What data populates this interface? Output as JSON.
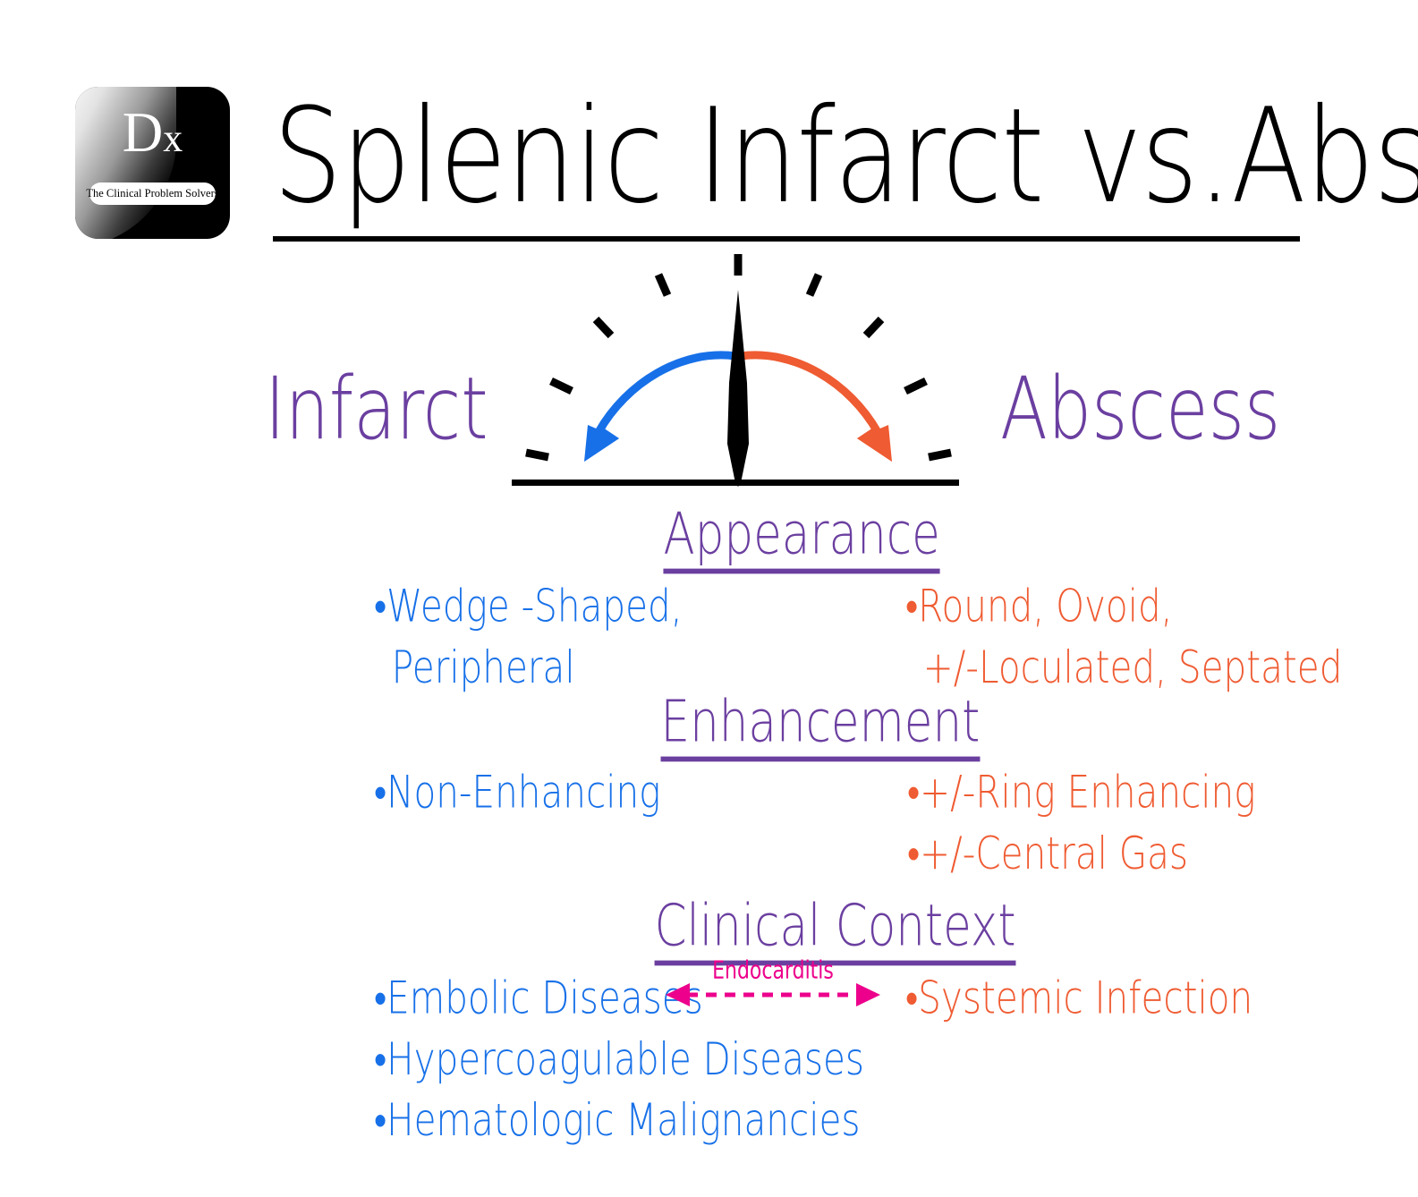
{
  "logo": {
    "mark": "Dx",
    "mark_big": "D",
    "mark_small": "x",
    "tagline": "The Clinical Problem Solvers"
  },
  "title": "Splenic Infarct vs.Abscess",
  "gauge": {
    "needle_label": "gauge-needle",
    "left_arrow_color": "#1770E8",
    "right_arrow_color": "#EF5B32",
    "tick_color": "#000000",
    "baseline_color": "#000000"
  },
  "columns": {
    "left_heading": "Infarct",
    "right_heading": "Abscess",
    "left_color": "#1770E8",
    "right_color": "#EF5B32",
    "heading_color": "#6B3FA0"
  },
  "sections": [
    {
      "header": "Appearance",
      "left_items": [
        "•Wedge -Shaped,",
        "Peripheral"
      ],
      "right_items": [
        "•Round, Ovoid,",
        "+/-Loculated, Septated"
      ]
    },
    {
      "header": "Enhancement",
      "left_items": [
        "•Non-Enhancing"
      ],
      "right_items": [
        "•+/-Ring Enhancing",
        "•+/-Central Gas"
      ]
    },
    {
      "header": "Clinical Context",
      "left_items": [
        "•Embolic Diseases",
        "•Hypercoagulable Diseases",
        "•Hematologic Malignancies"
      ],
      "right_items": [
        "•Systemic Infection"
      ]
    }
  ],
  "connector": {
    "label": "Endocarditis",
    "color": "#EC008C",
    "style": "dashed-double-arrow"
  }
}
